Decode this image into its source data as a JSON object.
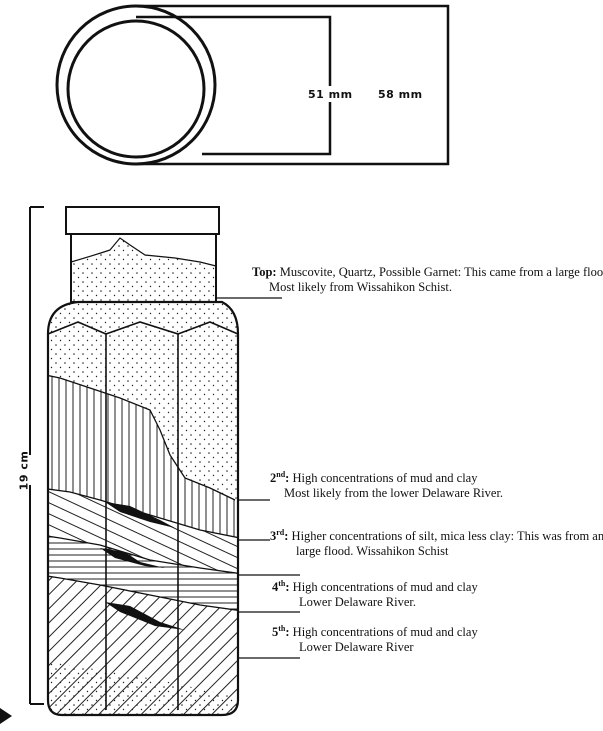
{
  "dimensions": {
    "inner_diameter": "51 mm",
    "outer_diameter": "58 mm",
    "height": "19 cm"
  },
  "layers": [
    {
      "ordinal": "Top",
      "sup": "",
      "desc": "Muscovite, Quartz, Possible Garnet: This came from a large flood",
      "line2": "Most likely from Wissahikon Schist."
    },
    {
      "ordinal": "2",
      "sup": "nd",
      "desc": "High concentrations of mud and clay",
      "line2": "Most likely from the lower Delaware River."
    },
    {
      "ordinal": "3",
      "sup": "rd",
      "desc": "Higher concentrations of silt, mica less clay: This was from another",
      "line2": "large flood.  Wissahikon Schist"
    },
    {
      "ordinal": "4",
      "sup": "th",
      "desc": "High concentrations of mud and clay",
      "line2": "Lower Delaware River."
    },
    {
      "ordinal": "5",
      "sup": "th",
      "desc": "High concentrations of mud and clay",
      "line2": "Lower Delaware River"
    }
  ]
}
